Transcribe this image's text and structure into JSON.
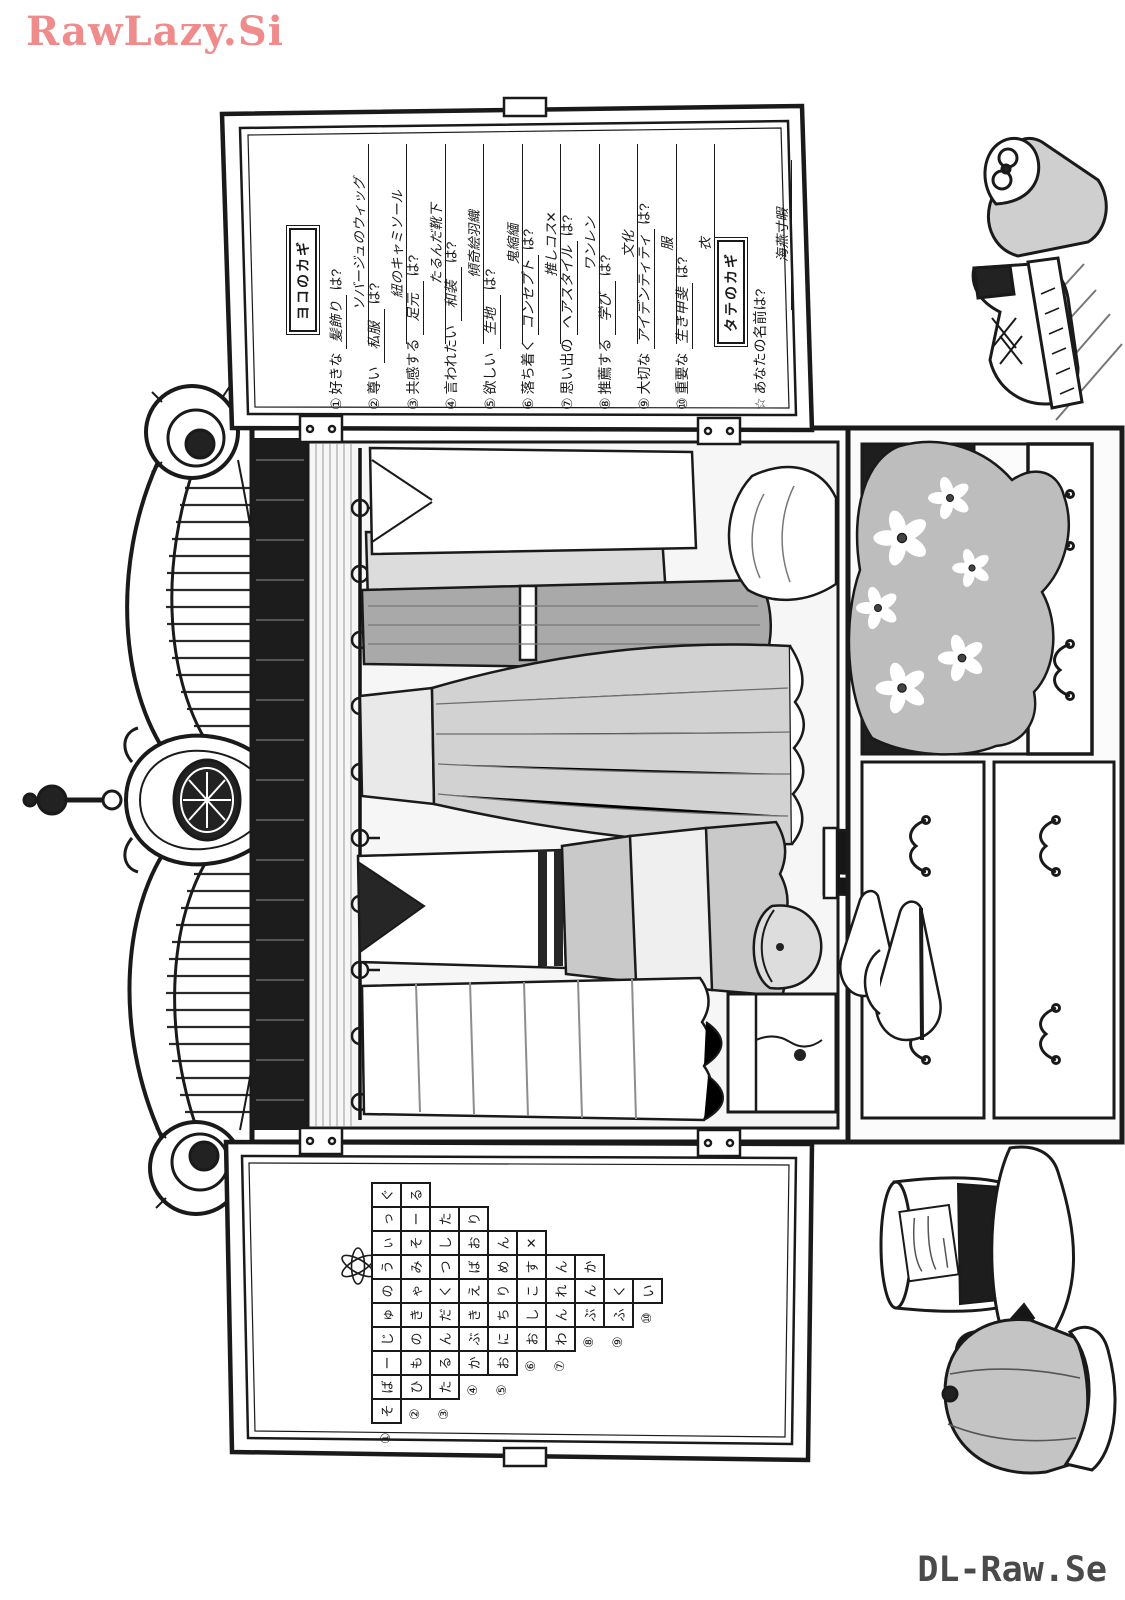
{
  "watermarks": {
    "top_left": "RawLazy.Si",
    "bottom_right": "DL-Raw.Se"
  },
  "colors": {
    "watermark_pink": "#ef8b8b",
    "watermark_gray": "#4a4a4a",
    "ink": "#1a1a1a",
    "screentone_gray": "#cfcfcf"
  },
  "clue_panel": {
    "across_header": "ヨコのカギ",
    "across": [
      {
        "num": "①",
        "lead": "好きな",
        "noun": "髪飾り",
        "suffix": "は?",
        "answer": "ソバージュのウィッグ"
      },
      {
        "num": "②",
        "lead": "尊い",
        "noun": "私服",
        "suffix": "は?",
        "answer": "紐のキャミソール"
      },
      {
        "num": "③",
        "lead": "共感する",
        "noun": "足元",
        "suffix": "は?",
        "answer": "たるんだ靴下"
      },
      {
        "num": "④",
        "lead": "言われたい",
        "noun": "和装",
        "suffix": "は?",
        "answer": "傾奇絵羽織"
      },
      {
        "num": "⑤",
        "lead": "欲しい",
        "noun": "生地",
        "suffix": "は?",
        "answer": "鬼縮緬"
      },
      {
        "num": "⑥",
        "lead": "落ち着く",
        "noun": "コンセプト",
        "suffix": "は?",
        "answer": "推しコス✕"
      },
      {
        "num": "⑦",
        "lead": "思い出の",
        "noun": "ヘアスタイル",
        "suffix": "は?",
        "answer": "ワンレン"
      },
      {
        "num": "⑧",
        "lead": "推薦する",
        "noun": "学び",
        "suffix": "は?",
        "answer": "文化"
      },
      {
        "num": "⑨",
        "lead": "大切な",
        "noun": "アイデンティティ",
        "suffix": "は?",
        "answer": "服"
      },
      {
        "num": "⑩",
        "lead": "重要な",
        "noun": "生き甲斐",
        "suffix": "は?",
        "answer": "衣"
      }
    ],
    "down_header": "タテのカギ",
    "down": {
      "num": "☆",
      "question": "あなたの名前は?",
      "answer": "海燕寸暇"
    }
  },
  "crossword": {
    "star_marker": "☆",
    "rows": [
      {
        "num": "①",
        "offset": 0,
        "cells": [
          "そ",
          "ば",
          "ー",
          "じ",
          "ゅ",
          "の",
          "う",
          "ぃ",
          "っ",
          "ぐ"
        ]
      },
      {
        "num": "②",
        "offset": 1,
        "cells": [
          "ひ",
          "も",
          "の",
          "き",
          "ゃ",
          "み",
          "そ",
          "ー",
          "る"
        ]
      },
      {
        "num": "③",
        "offset": 1,
        "cells": [
          "た",
          "る",
          "ん",
          "だ",
          "く",
          "つ",
          "し",
          "た"
        ]
      },
      {
        "num": "④",
        "offset": 2,
        "cells": [
          "か",
          "ぶ",
          "き",
          "え",
          "ば",
          "お",
          "り"
        ]
      },
      {
        "num": "⑤",
        "offset": 2,
        "cells": [
          "お",
          "に",
          "ち",
          "り",
          "め",
          "ん"
        ]
      },
      {
        "num": "⑥",
        "offset": 3,
        "cells": [
          "お",
          "し",
          "こ",
          "す",
          "✕"
        ]
      },
      {
        "num": "⑦",
        "offset": 3,
        "cells": [
          "わ",
          "ん",
          "れ",
          "ん"
        ]
      },
      {
        "num": "⑧",
        "offset": 4,
        "cells": [
          "ぶ",
          "ん",
          "か"
        ]
      },
      {
        "num": "⑨",
        "offset": 4,
        "cells": [
          "ふ",
          "く"
        ]
      },
      {
        "num": "⑩",
        "offset": 5,
        "cells": [
          "い"
        ]
      }
    ]
  }
}
